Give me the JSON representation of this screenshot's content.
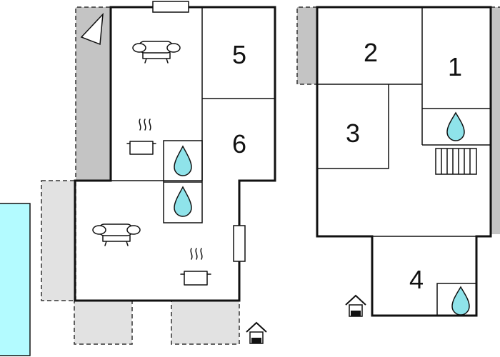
{
  "colors": {
    "wall": "#111111",
    "terrace": "#e2e2e2",
    "dark_terrace": "#c4c4c4",
    "pool": "#b3fbff",
    "water": "#8fe3ea",
    "background": "#ffffff"
  },
  "rooms": [
    {
      "id": "room-1",
      "label": "1"
    },
    {
      "id": "room-2",
      "label": "2"
    },
    {
      "id": "room-3",
      "label": "3"
    },
    {
      "id": "room-4",
      "label": "4"
    },
    {
      "id": "room-5",
      "label": "5"
    },
    {
      "id": "room-6",
      "label": "6"
    }
  ],
  "icons": {
    "compass": "north-arrow-icon",
    "sofa": "sofa-icon",
    "stove": "cooking-pot-icon",
    "bathroom": "water-drop-icon",
    "stairs": "stairs-icon",
    "entrance": "entrance-house-icon"
  }
}
